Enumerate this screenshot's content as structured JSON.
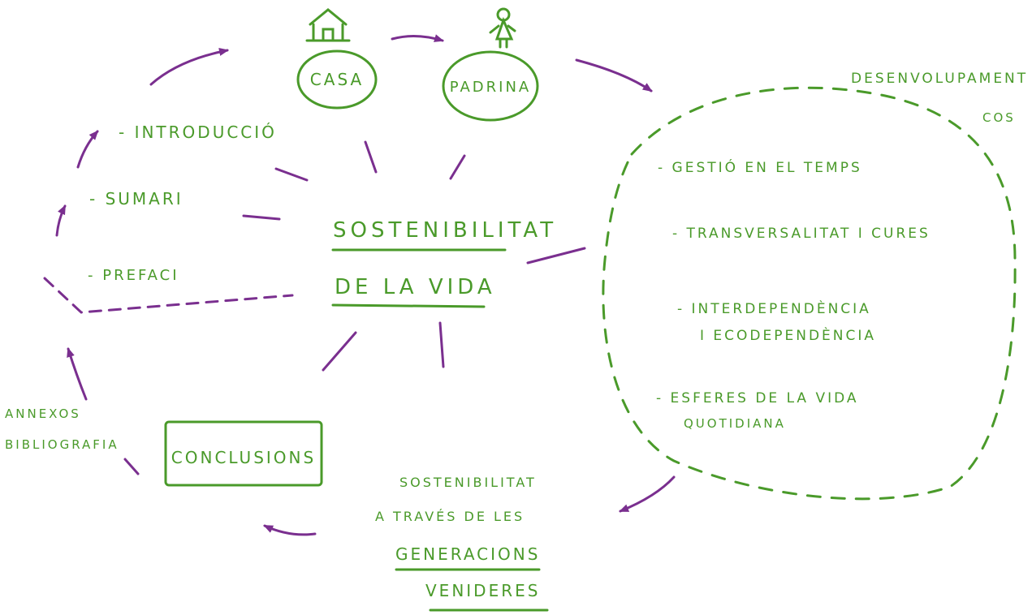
{
  "colors": {
    "green": "#4a9a2a",
    "purple": "#7a2f8f"
  },
  "icons": {
    "house": "house-icon",
    "person": "person-icon"
  },
  "center": {
    "line1": "SOSTENIBILITAT",
    "line2": "DE LA VIDA"
  },
  "nodes": {
    "casa": "CASA",
    "padrina": "PADRINA",
    "conclusions": "CONCLUSIONS"
  },
  "left_items": {
    "introduccio": "- INTRODUCCIÓ",
    "sumari": "- SUMARI",
    "prefaci": "- PREFACI"
  },
  "annex": {
    "line1": "ANNEXOS",
    "line2": "BIBLIOGRAFIA"
  },
  "development": {
    "title_line1": "DESENVOLUPAMENT",
    "title_line2": "COS",
    "items": [
      "- GESTIÓ EN EL TEMPS",
      "- TRANSVERSALITAT I CURES",
      "- INTERDEPENDÈNCIA",
      "I ECODEPENDÈNCIA",
      "- ESFERES DE LA VIDA",
      "QUOTIDIANA"
    ]
  },
  "bottom": {
    "line1": "SOSTENIBILITAT",
    "line2": "A TRAVÉS DE LES",
    "line3": "GENERACIONS",
    "line4": "VENIDERES"
  }
}
